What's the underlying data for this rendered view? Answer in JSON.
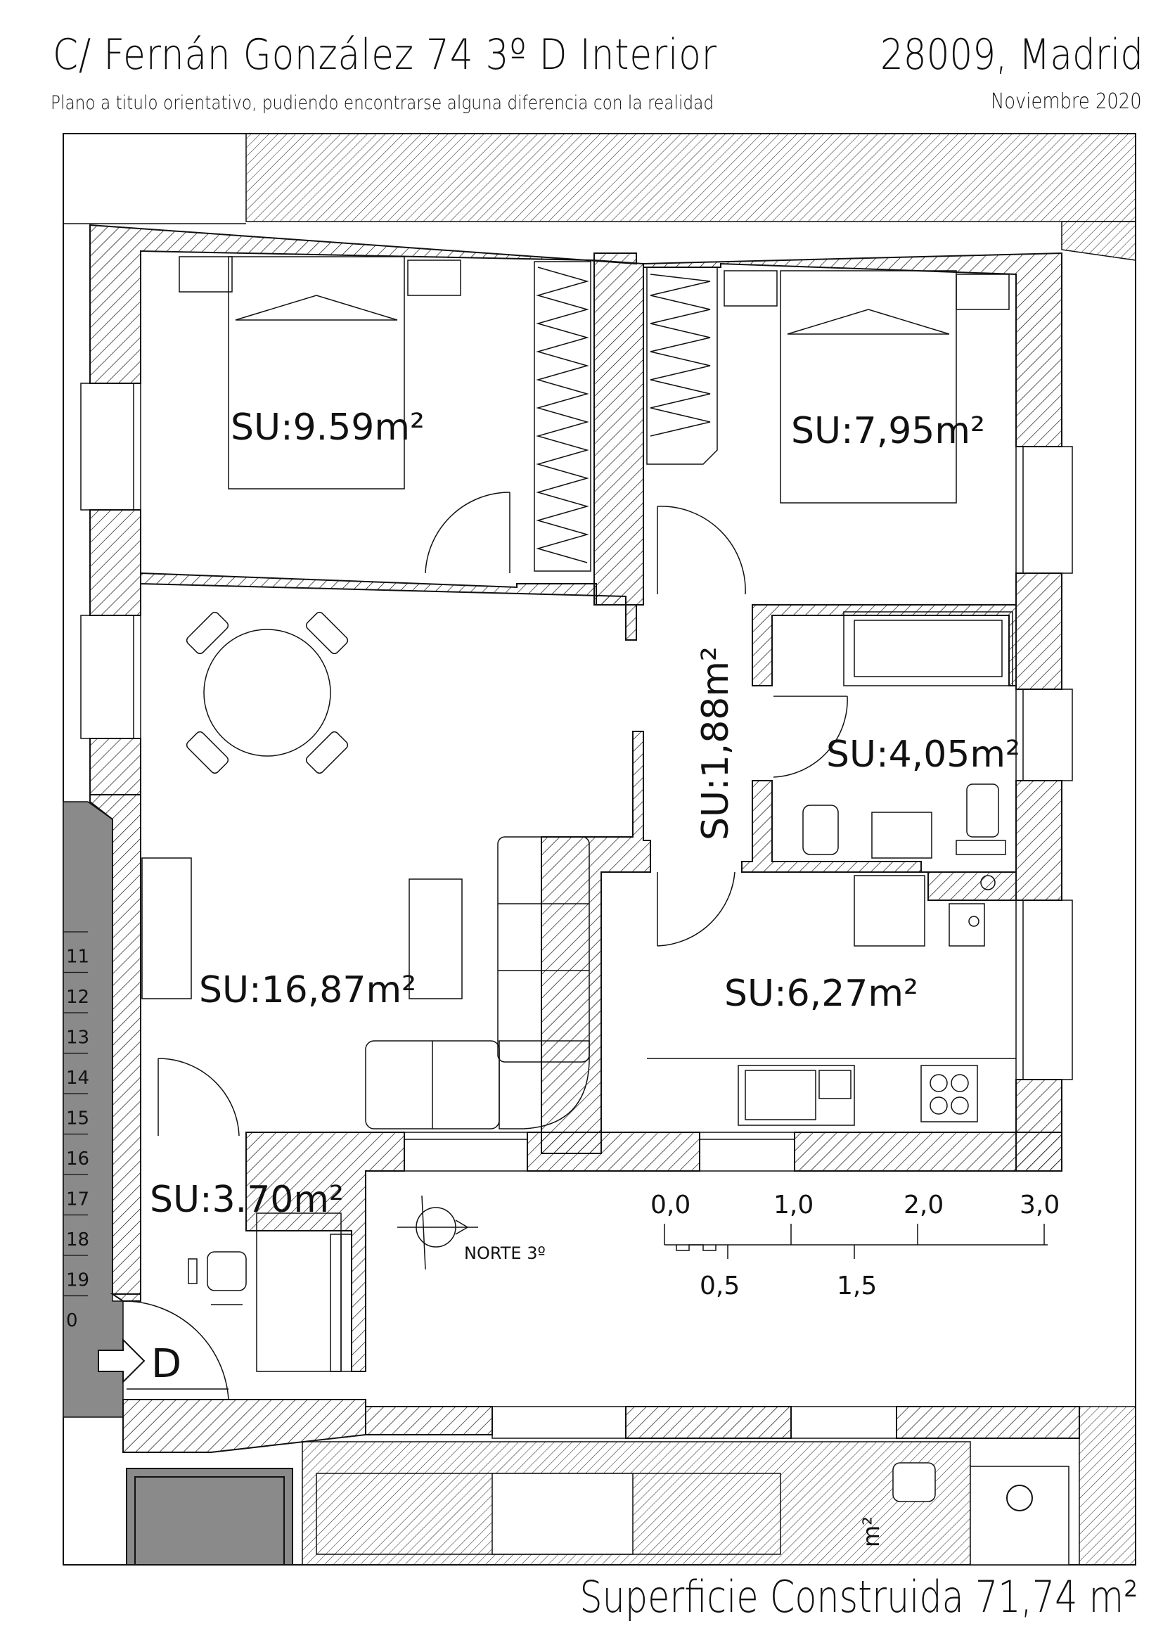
{
  "header": {
    "address": "C/  Fernán González 74 3º D Interior",
    "city": "28009, Madrid",
    "disclaimer": "Plano a titulo orientativo, pudiendo encontrarse alguna diferencia con la realidad",
    "date": "Noviembre 2020"
  },
  "rooms": {
    "bedroom_1": "SU:9.59m²",
    "bedroom_2": "SU:7,95m²",
    "bathroom": "SU:4,05m²",
    "hallway": "SU:1,88m²",
    "living_room": "SU:16,87m²",
    "kitchen": "SU:6,27m²",
    "entrance": "SU:3.70m²"
  },
  "scale": {
    "major": [
      "0,0",
      "1,0",
      "2,0",
      "3,0"
    ],
    "minor": [
      "0,5",
      "1,5"
    ]
  },
  "north_label": "NORTE 3º",
  "entry_label": "D",
  "stair_numbers": [
    "11",
    "12",
    "13",
    "14",
    "15",
    "16",
    "17",
    "18",
    "19",
    "0"
  ],
  "neighbour_label": "m²",
  "total_area": "Superficie Construida 71,74 m²",
  "colors": {
    "ink": "#111111",
    "stair_shade": "#8a8a8a",
    "paper": "#ffffff"
  }
}
